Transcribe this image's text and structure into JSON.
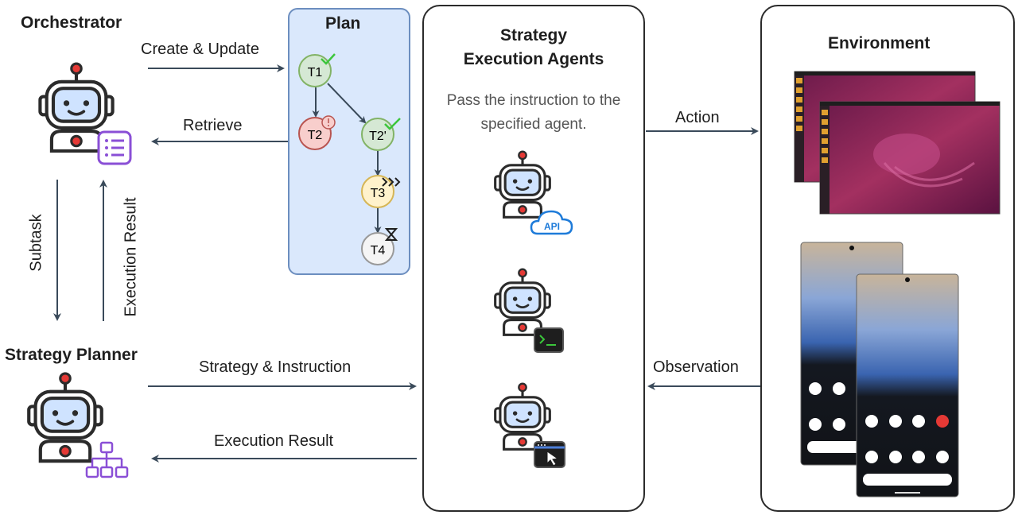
{
  "orchestrator": {
    "title": "Orchestrator"
  },
  "plan": {
    "title": "Plan",
    "tasks": [
      {
        "id": "t1",
        "label": "T1",
        "status": "done"
      },
      {
        "id": "t2",
        "label": "T2",
        "status": "failed"
      },
      {
        "id": "t2p",
        "label": "T2'",
        "status": "done"
      },
      {
        "id": "t3",
        "label": "T3",
        "status": "in-progress"
      },
      {
        "id": "t4",
        "label": "T4",
        "status": "pending"
      }
    ]
  },
  "agents": {
    "title_line1": "Strategy",
    "title_line2": "Execution Agents",
    "description_line1": "Pass the instruction to the",
    "description_line2": "specified agent.",
    "badges": [
      "api-badge",
      "terminal-badge",
      "gui-badge"
    ],
    "api_badge_text": "API"
  },
  "environment": {
    "title": "Environment"
  },
  "planner": {
    "title": "Strategy Planner"
  },
  "edges": {
    "create_update": "Create & Update",
    "retrieve": "Retrieve",
    "subtask": "Subtask",
    "execution_result_up": "Execution Result",
    "strategy_instruction": "Strategy & Instruction",
    "execution_result": "Execution Result",
    "action": "Action",
    "observation": "Observation"
  },
  "colors": {
    "plan_fill": "#dae8fc",
    "plan_border": "#6c8ebf",
    "done": "#82b366",
    "failed": "#b85450",
    "in_progress": "#d6b656",
    "pending": "#999999",
    "arrow": "#3a4a5a",
    "robot_red": "#e53935",
    "robot_face": "#cfe3ff"
  }
}
